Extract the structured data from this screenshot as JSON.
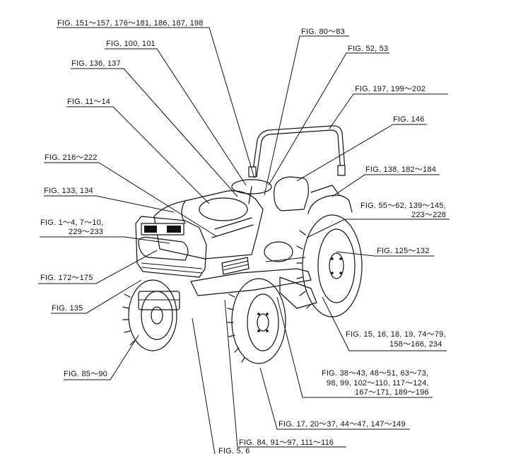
{
  "callouts": [
    {
      "id": "c1",
      "lines": [
        "FIG. 151～157, 176～181, 186, 187, 198"
      ]
    },
    {
      "id": "c2",
      "lines": [
        "FIG. 80～83"
      ]
    },
    {
      "id": "c3",
      "lines": [
        "FIG. 100, 101"
      ]
    },
    {
      "id": "c4",
      "lines": [
        "FIG. 52, 53"
      ]
    },
    {
      "id": "c5",
      "lines": [
        "FIG. 136, 137"
      ]
    },
    {
      "id": "c6",
      "lines": [
        "FIG. 197, 199～202"
      ]
    },
    {
      "id": "c7",
      "lines": [
        "FIG. 11～14"
      ]
    },
    {
      "id": "c8",
      "lines": [
        "FIG. 146"
      ]
    },
    {
      "id": "c9",
      "lines": [
        "FIG. 216～222"
      ]
    },
    {
      "id": "c10",
      "lines": [
        "FIG. 138, 182～184"
      ]
    },
    {
      "id": "c11",
      "lines": [
        "FIG. 133, 134"
      ]
    },
    {
      "id": "c12",
      "lines": [
        "FIG. 55～62, 139～145,",
        "223～228"
      ]
    },
    {
      "id": "c13",
      "lines": [
        "FIG. 1～4, 7～10,",
        "229～233"
      ]
    },
    {
      "id": "c14",
      "lines": [
        "FIG. 125～132"
      ]
    },
    {
      "id": "c15",
      "lines": [
        "FIG. 172～175"
      ]
    },
    {
      "id": "c16",
      "lines": [
        "FIG. 135"
      ]
    },
    {
      "id": "c17",
      "lines": [
        "FIG. 15, 16, 18, 19, 74～79,",
        "158～166, 234"
      ]
    },
    {
      "id": "c18",
      "lines": [
        "FIG. 85～90"
      ]
    },
    {
      "id": "c19",
      "lines": [
        "FIG. 38～43, 48～51, 63～73,",
        "98, 99, 102～110, 117～124,",
        "167～171, 189～196"
      ]
    },
    {
      "id": "c20",
      "lines": [
        "FIG. 17, 20～37, 44～47, 147～149"
      ]
    },
    {
      "id": "c21",
      "lines": [
        "FIG. 84, 91～97, 111～116"
      ]
    },
    {
      "id": "c22",
      "lines": [
        "FIG. 5, 6"
      ]
    }
  ]
}
